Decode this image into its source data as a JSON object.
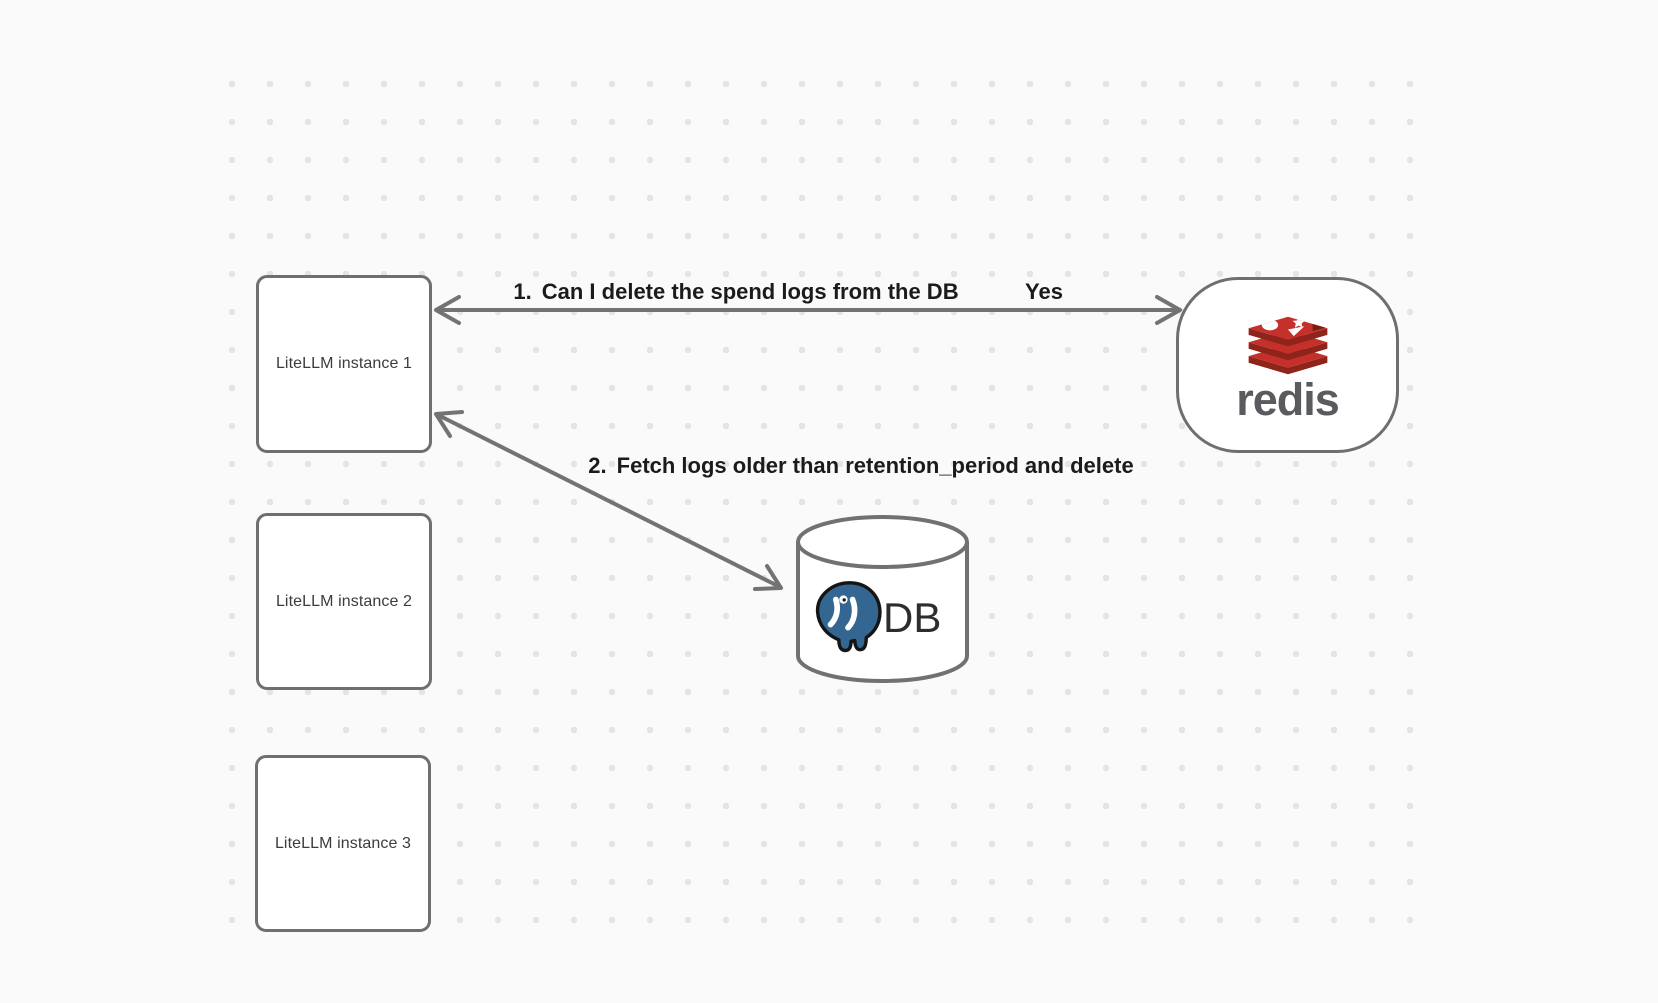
{
  "diagram": {
    "background_color": "#fafafa",
    "dot_color": "#e4e4e4",
    "stroke_color": "#6f6f6f",
    "nodes": {
      "instances": [
        {
          "label": "LiteLLM instance 1"
        },
        {
          "label": "LiteLLM instance 2"
        },
        {
          "label": "LiteLLM instance 3"
        }
      ],
      "redis": {
        "wordmark": "redis",
        "logo_icon": "redis-stack-logo",
        "logo_red": "#c6302b",
        "logo_dark_red": "#8e241a",
        "wordmark_color": "#5a5b5e"
      },
      "db": {
        "label": "DB",
        "logo_icon": "postgresql-elephant-logo",
        "logo_blue": "#336791"
      }
    },
    "edges": [
      {
        "number": "1.",
        "label": "Can I delete the spend logs from the DB",
        "reply": "Yes",
        "from": "LiteLLM instance 1",
        "to": "redis",
        "arrowheads": "both"
      },
      {
        "number": "2.",
        "label": "Fetch logs older than retention_period and delete",
        "from": "LiteLLM instance 1",
        "to": "DB",
        "arrowheads": "both"
      }
    ]
  }
}
